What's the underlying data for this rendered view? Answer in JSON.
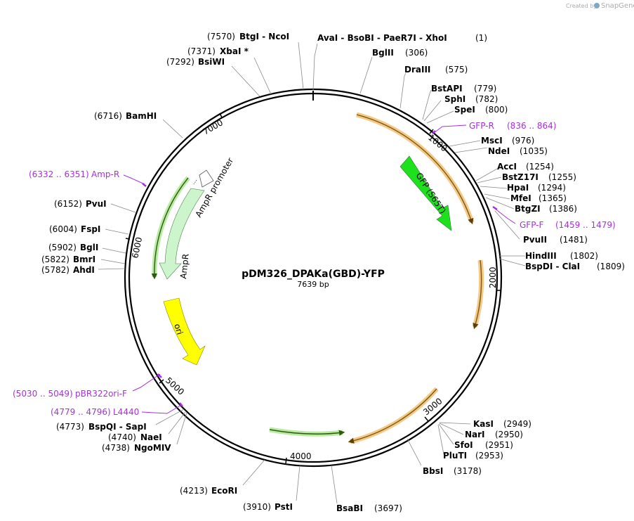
{
  "credit": {
    "created_by": "Created by",
    "brand": "SnapGene"
  },
  "plasmid": {
    "name": "pDM326_DPAKa(GBD)-YFP",
    "length": "7639 bp"
  },
  "ticks": [
    "1000",
    "2000",
    "3000",
    "4000",
    "5000",
    "6000",
    "7000"
  ],
  "sites": [
    {
      "name": "AvaI  - BsoBI  - PaeR7I  - XhoI",
      "pos": "(1)"
    },
    {
      "name": "BtgI  - NcoI",
      "pos": "(7570)"
    },
    {
      "name": "XbaI *",
      "pos": "(7371)"
    },
    {
      "name": "BsiWI",
      "pos": "(7292)"
    },
    {
      "name": "BglII",
      "pos": "(306)"
    },
    {
      "name": "DraIII",
      "pos": "(575)"
    },
    {
      "name": "BstAPI",
      "pos": "(779)"
    },
    {
      "name": "SphI",
      "pos": "(782)"
    },
    {
      "name": "SpeI",
      "pos": "(800)"
    },
    {
      "name": "MscI",
      "pos": "(976)"
    },
    {
      "name": "NdeI",
      "pos": "(1035)"
    },
    {
      "name": "AccI",
      "pos": "(1254)"
    },
    {
      "name": "BstZ17I",
      "pos": "(1255)"
    },
    {
      "name": "HpaI",
      "pos": "(1294)"
    },
    {
      "name": "MfeI",
      "pos": "(1365)"
    },
    {
      "name": "BtgZI",
      "pos": "(1386)"
    },
    {
      "name": "PvuII",
      "pos": "(1481)"
    },
    {
      "name": "HindIII",
      "pos": "(1802)"
    },
    {
      "name": "BspDI  - ClaI",
      "pos": "(1809)"
    },
    {
      "name": "KasI",
      "pos": "(2949)"
    },
    {
      "name": "NarI",
      "pos": "(2950)"
    },
    {
      "name": "SfoI",
      "pos": "(2951)"
    },
    {
      "name": "PluTI",
      "pos": "(2953)"
    },
    {
      "name": "BbsI",
      "pos": "(3178)"
    },
    {
      "name": "BsaBI",
      "pos": "(3697)"
    },
    {
      "name": "PstI",
      "pos": "(3910)"
    },
    {
      "name": "EcoRI",
      "pos": "(4213)"
    },
    {
      "name": "NgoMIV",
      "pos": "(4738)"
    },
    {
      "name": "NaeI",
      "pos": "(4740)"
    },
    {
      "name": "BspQI  - SapI",
      "pos": "(4773)"
    },
    {
      "name": "AhdI",
      "pos": "(5782)"
    },
    {
      "name": "BmrI",
      "pos": "(5822)"
    },
    {
      "name": "BglI",
      "pos": "(5902)"
    },
    {
      "name": "FspI",
      "pos": "(6004)"
    },
    {
      "name": "PvuI",
      "pos": "(6152)"
    },
    {
      "name": "BamHI",
      "pos": "(6716)"
    }
  ],
  "primers": [
    {
      "name": "GFP-R",
      "range": "(836 .. 864)"
    },
    {
      "name": "GFP-F",
      "range": "(1459 .. 1479)"
    },
    {
      "name": "L4440",
      "range": "(4779 .. 4796)"
    },
    {
      "name": "pBR322ori-F",
      "range": "(5030 .. 5049)"
    },
    {
      "name": "Amp-R",
      "range": "(6332 .. 6351)"
    }
  ],
  "features": {
    "gfp": "GFP (S65T)",
    "ori": "ori",
    "ampr": "AmpR",
    "ampr_promoter": "AmpR promoter"
  },
  "colors": {
    "gfp": "#1ee11e",
    "ori": "#ffff00",
    "ampr": "#ccf5cc",
    "primer": "#a72ee5",
    "orf_glow": "#f5c886",
    "orf_line": "#7a5a10",
    "orf_green_glow": "#b6eba0"
  }
}
